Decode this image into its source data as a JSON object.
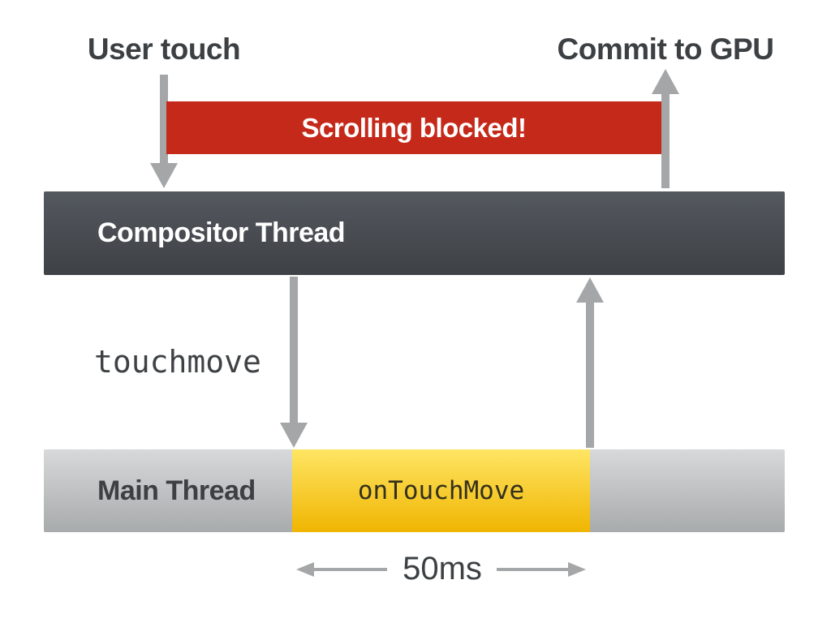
{
  "diagram": {
    "top_labels": {
      "user_touch": "User touch",
      "commit_to_gpu": "Commit to GPU"
    },
    "blocked_banner": {
      "label": "Scrolling blocked!"
    },
    "lanes": {
      "compositor": {
        "label": "Compositor Thread"
      },
      "main": {
        "label": "Main Thread"
      }
    },
    "event_label": "touchmove",
    "task": {
      "label": "onTouchMove"
    },
    "duration_label": "50ms"
  },
  "colors": {
    "banner-red": "#c5291a",
    "lane-dark-top": "#54585f",
    "lane-dark-bottom": "#3e4246",
    "lane-gray-top": "#d7d9da",
    "lane-gray-bottom": "#a8abac",
    "task-yellow-top": "#ffe564",
    "task-yellow-bottom": "#f0b501",
    "arrow-gray": "#a4a6a8",
    "text-dark": "#3d4043"
  }
}
